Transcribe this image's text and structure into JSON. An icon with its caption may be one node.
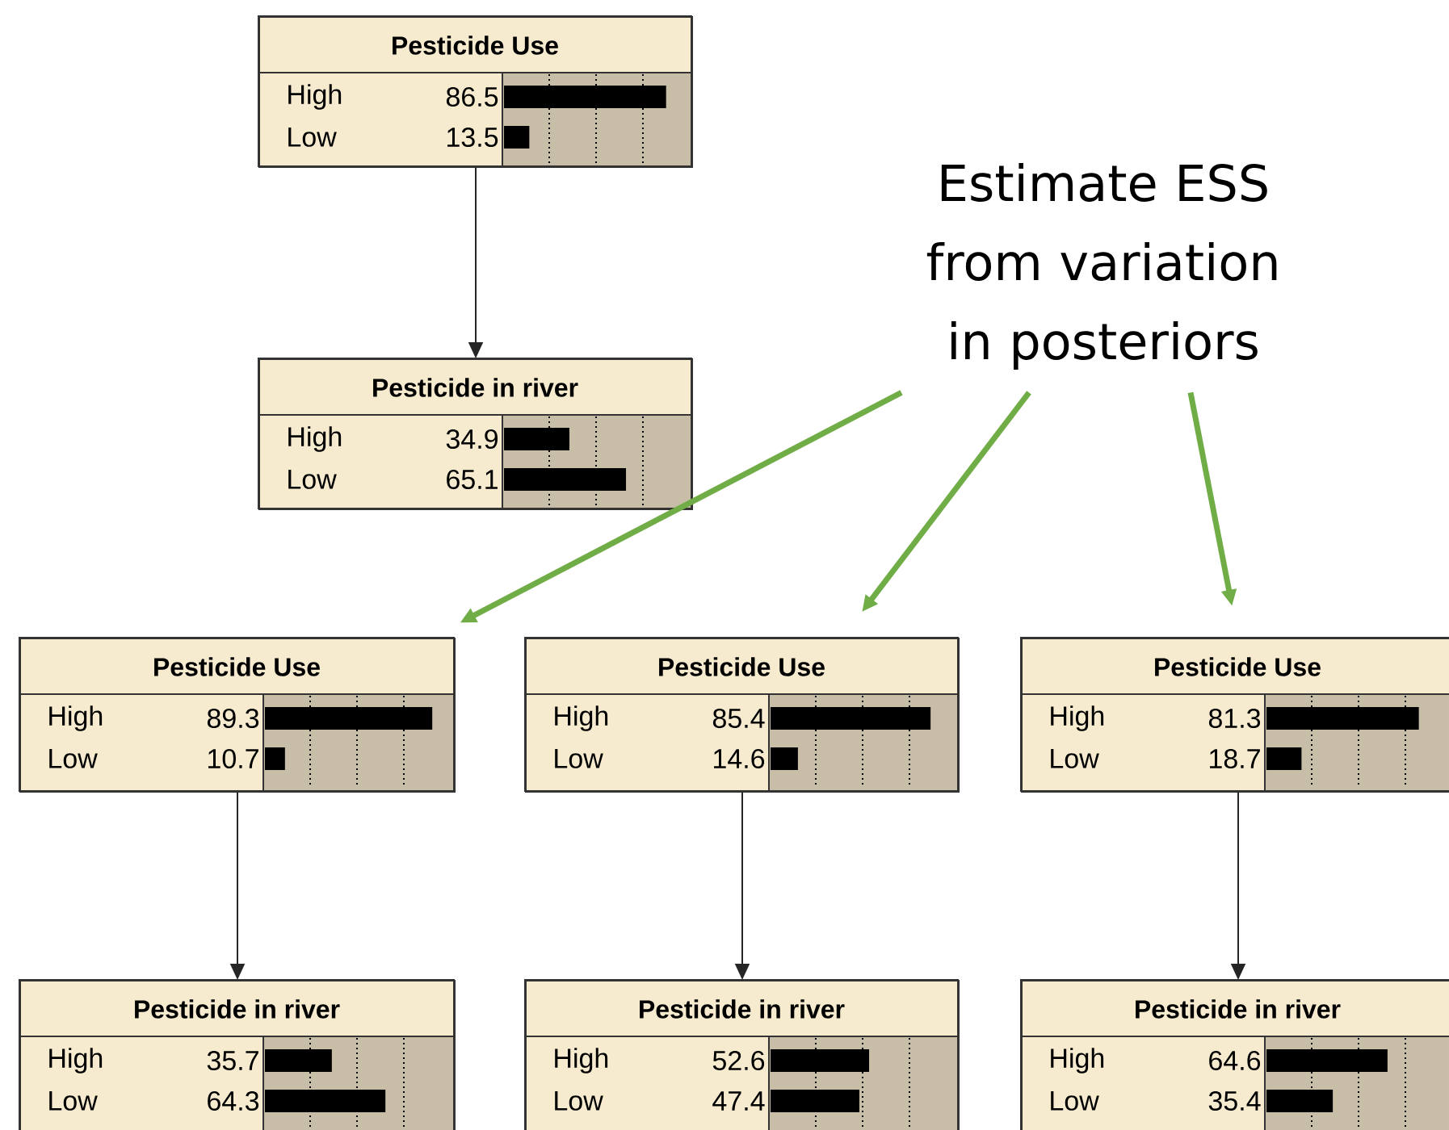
{
  "diagram": {
    "nodes": [
      {
        "text": [
          "Pesticide Use",
          "High",
          "86.5",
          "Low",
          "13.5"
        ]
      },
      {
        "text": [
          "Pesticide in river",
          "High",
          "34.9",
          "Low",
          "65.1"
        ]
      },
      {
        "text": [
          "Estimate ESS from variation in posteriors"
        ]
      },
      {
        "text": [
          "Pesticide Use",
          "High",
          "89.3",
          "Low",
          "10.7"
        ]
      },
      {
        "text": [
          "Pesticide Use",
          "High",
          "85.4",
          "Low",
          "14.6"
        ]
      },
      {
        "text": [
          "Pesticide Use",
          "High",
          "81.3",
          "Low",
          "18.7"
        ]
      },
      {
        "text": [
          "Pesticide in river",
          "High",
          "35.7",
          "Low",
          "64.3"
        ]
      },
      {
        "text": [
          "Pesticide in river",
          "High",
          "52.6",
          "Low",
          "47.4"
        ]
      },
      {
        "text": [
          "Pesticide in river",
          "High",
          "64.6",
          "Low",
          "35.4"
        ]
      }
    ],
    "edges": [
      {
        "from": 0,
        "to": 1,
        "arrow": "to"
      },
      {
        "from": 2,
        "to": 3,
        "arrow": "to",
        "style": "thick",
        "color": "#70ad47"
      },
      {
        "from": 2,
        "to": 4,
        "arrow": "to",
        "style": "thick",
        "color": "#70ad47"
      },
      {
        "from": 2,
        "to": 5,
        "arrow": "to",
        "style": "thick",
        "color": "#70ad47"
      },
      {
        "from": 3,
        "to": 6,
        "arrow": "to"
      },
      {
        "from": 4,
        "to": 7,
        "arrow": "to"
      },
      {
        "from": 5,
        "to": 8,
        "arrow": "to"
      }
    ]
  }
}
